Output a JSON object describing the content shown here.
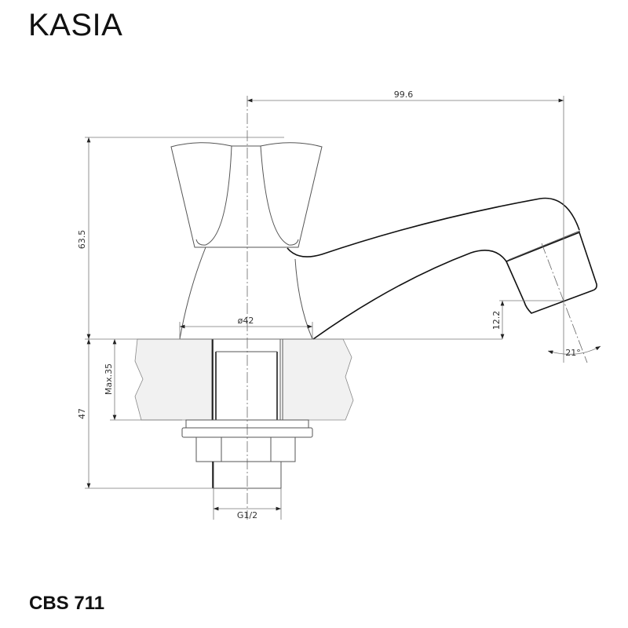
{
  "title": "KASIA",
  "product_code": "CBS 711",
  "dimensions": {
    "spout_reach": "99.6",
    "total_height": "63.5",
    "below_deck": "47",
    "max_deck_thickness": "Max.35",
    "base_diameter": "ø42",
    "spout_clearance": "12.2",
    "outlet_angle": "21°",
    "thread": "G1/2"
  }
}
